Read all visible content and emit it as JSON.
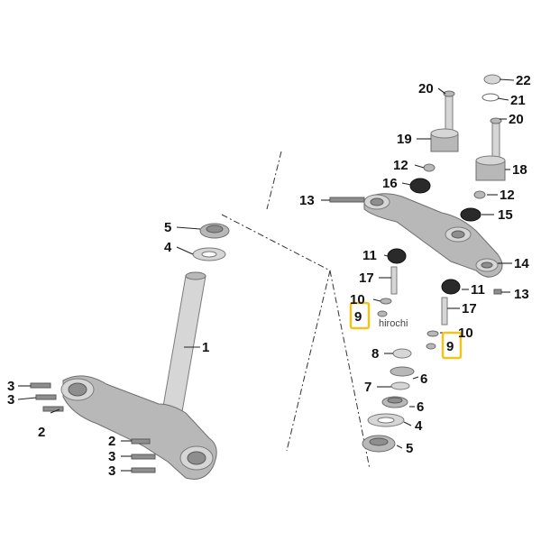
{
  "diagram": {
    "highlight_color": "#f0c419",
    "watermark": "hirochi",
    "callouts": [
      {
        "id": "c1",
        "text": "1"
      },
      {
        "id": "c2a",
        "text": "2"
      },
      {
        "id": "c2b",
        "text": "2"
      },
      {
        "id": "c3a",
        "text": "3"
      },
      {
        "id": "c3b",
        "text": "3"
      },
      {
        "id": "c3c",
        "text": "3"
      },
      {
        "id": "c3d",
        "text": "3"
      },
      {
        "id": "c4a",
        "text": "4"
      },
      {
        "id": "c4b",
        "text": "4"
      },
      {
        "id": "c5a",
        "text": "5"
      },
      {
        "id": "c5b",
        "text": "5"
      },
      {
        "id": "c6a",
        "text": "6"
      },
      {
        "id": "c6b",
        "text": "6"
      },
      {
        "id": "c7",
        "text": "7"
      },
      {
        "id": "c8",
        "text": "8"
      },
      {
        "id": "c9a",
        "text": "9"
      },
      {
        "id": "c9b",
        "text": "9"
      },
      {
        "id": "c10a",
        "text": "10"
      },
      {
        "id": "c10b",
        "text": "10"
      },
      {
        "id": "c11a",
        "text": "11"
      },
      {
        "id": "c11b",
        "text": "11"
      },
      {
        "id": "c12a",
        "text": "12"
      },
      {
        "id": "c12b",
        "text": "12"
      },
      {
        "id": "c13a",
        "text": "13"
      },
      {
        "id": "c13b",
        "text": "13"
      },
      {
        "id": "c14",
        "text": "14"
      },
      {
        "id": "c15",
        "text": "15"
      },
      {
        "id": "c16",
        "text": "16"
      },
      {
        "id": "c17a",
        "text": "17"
      },
      {
        "id": "c17b",
        "text": "17"
      },
      {
        "id": "c18",
        "text": "18"
      },
      {
        "id": "c19",
        "text": "19"
      },
      {
        "id": "c20a",
        "text": "20"
      },
      {
        "id": "c20b",
        "text": "20"
      },
      {
        "id": "c21",
        "text": "21"
      },
      {
        "id": "c22",
        "text": "22"
      }
    ]
  }
}
